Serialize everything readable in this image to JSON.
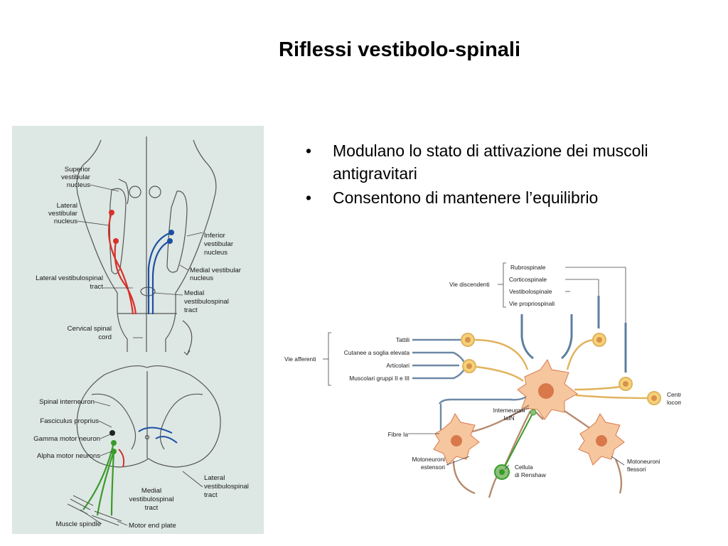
{
  "slide": {
    "title": "Riflessi vestibolo-spinali",
    "bullets": [
      "Modulano lo stato di attivazione dei muscoli antigravitari",
      "Consentono di mantenere l’equilibrio"
    ]
  },
  "left_figure": {
    "colors": {
      "background": "#dde7e4",
      "lateral_tract": "#d8312a",
      "medial_tract": "#1d4fa3",
      "motor_neurons": "#3a9b2a"
    },
    "labels": {
      "superior_1": "Superior",
      "superior_2": "vestibular",
      "superior_3": "nucleus",
      "lateral_1": "Lateral",
      "lateral_2": "vestibular",
      "lateral_3": "nucleus",
      "inferior_1": "Inferior",
      "inferior_2": "vestibular",
      "inferior_3": "nucleus",
      "medial_vn_1": "Medial vestibular",
      "medial_vn_2": "nucleus",
      "lvst_1": "Lateral vestibulospinal",
      "lvst_2": "tract",
      "mvst_1": "Medial",
      "mvst_2": "vestibulospinal",
      "mvst_3": "tract",
      "cervical_1": "Cervical spinal",
      "cervical_2": "cord",
      "spinal_interneuron": "Spinal interneuron",
      "fasciculus": "Fasciculus proprius",
      "gamma": "Gamma motor neuron",
      "alpha": "Alpha motor neurons",
      "lat_tract_b1": "Lateral",
      "lat_tract_b2": "vestibulospinal",
      "lat_tract_b3": "tract",
      "med_tract_b1": "Medial",
      "med_tract_b2": "vestibulospinal",
      "med_tract_b3": "tract",
      "muscle_spindle": "Muscle spindle",
      "motor_end_plate": "Motor end plate"
    }
  },
  "right_figure": {
    "colors": {
      "descending": "#5b7fa0",
      "afferent": "#6d89a6",
      "neuron_fill": "#f6c79f",
      "neuron_core": "#d9784b",
      "ring_fill": "#f5d27a",
      "axon": "#b78b70",
      "renshaw": "#8bc07a"
    },
    "labels": {
      "rubrospinale": "Rubrospinale",
      "corticospinale": "Corticospinale",
      "vestibolospinale": "Vestibolospinale",
      "vie_propriospinali": "Vie propriospinali",
      "vie_discendenti": "Vie discendenti",
      "tattili": "Tattili",
      "cutanee": "Cutanee a soglia elevata",
      "articolari": "Articolari",
      "muscolari": "Muscolari gruppi II e III",
      "vie_afferenti": "Vie afferenti",
      "centri_1": "Centri spinali",
      "centri_2": "locomotori",
      "interneuroni_1": "Interneuroni",
      "interneuroni_2": "IaIN",
      "fibre_ia": "Fibre Ia",
      "moto_est_1": "Motoneuroni",
      "moto_est_2": "estensori",
      "cellula_1": "Cellula",
      "cellula_2": "di Renshaw",
      "moto_fl_1": "Motoneuroni",
      "moto_fl_2": "flessori"
    }
  }
}
